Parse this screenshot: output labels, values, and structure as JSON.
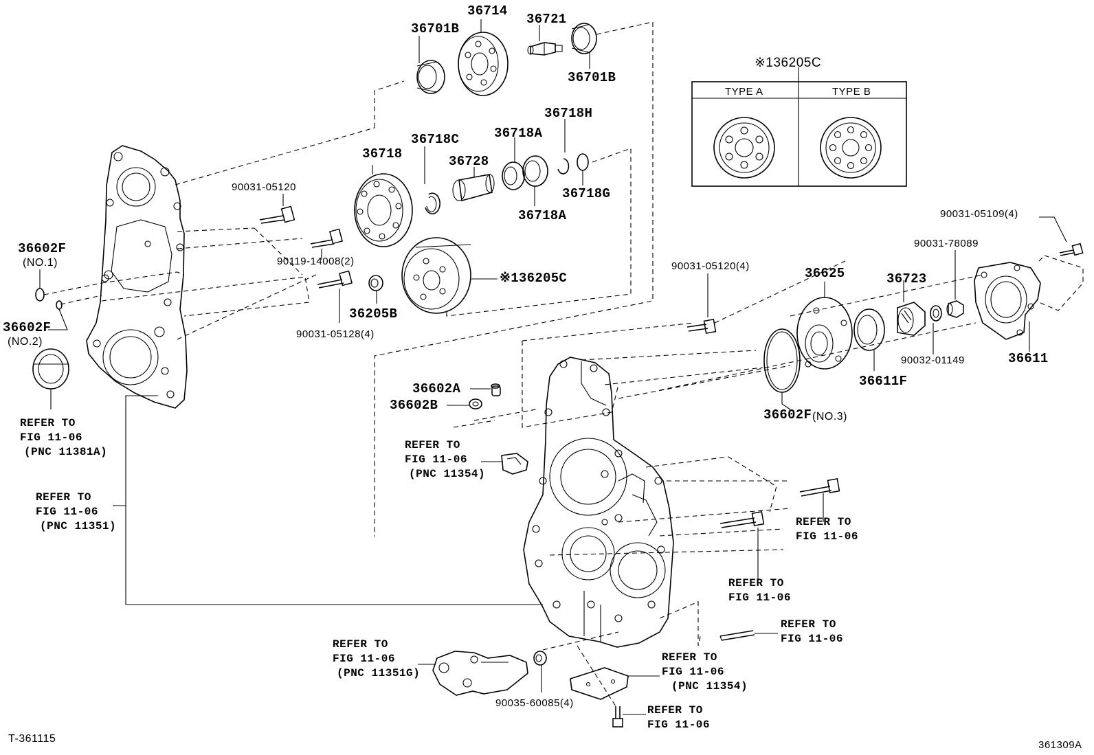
{
  "labels": {
    "p36714": "36714",
    "p36721": "36721",
    "p36701b_a": "36701B",
    "p36701b_b": "36701B",
    "p36718h": "36718H",
    "p36718c": "36718C",
    "p36718a_a": "36718A",
    "p36718": "36718",
    "p36728": "36728",
    "p36718g": "36718G",
    "p36718a_b": "36718A",
    "p90031_05120": "90031-05120",
    "p90119_14008": "90119-14008(2)",
    "p36205c_gear": "※136205C",
    "p36205b": "36205B",
    "p90031_05128": "90031-05128(4)",
    "p36602f_1": "36602F",
    "p36602f_1_note": "(NO.1)",
    "p36602f_2": "36602F",
    "p36602f_2_note": "(NO.2)",
    "p36602a": "36602A",
    "p36602b": "36602B",
    "p90031_05120_4": "90031-05120(4)",
    "p36625": "36625",
    "p36723": "36723",
    "p90031_78089": "90031-78089",
    "p90031_05109": "90031-05109(4)",
    "p36611": "36611",
    "p90032_01149": "90032-01149",
    "p36611f": "36611F",
    "p36602f_3": "36602F",
    "p36602f_3_note": "(NO.3)",
    "p90035_60085": "90035-60085(4)"
  },
  "inset": {
    "title": "※136205C",
    "type_a": "TYPE A",
    "type_b": "TYPE B"
  },
  "refs": {
    "r1": {
      "l1": "REFER TO",
      "l2": "FIG 11-06",
      "l3": "(PNC 11381A)"
    },
    "r2": {
      "l1": "REFER TO",
      "l2": "FIG 11-06",
      "l3": "(PNC 11351)"
    },
    "r3": {
      "l1": "REFER TO",
      "l2": "FIG 11-06",
      "l3": "(PNC 11354)"
    },
    "r4": {
      "l1": "REFER TO",
      "l2": "FIG 11-06"
    },
    "r5": {
      "l1": "REFER TO",
      "l2": "FIG 11-06"
    },
    "r6": {
      "l1": "REFER TO",
      "l2": "FIG 11-06"
    },
    "r7": {
      "l1": "REFER TO",
      "l2": "FIG 11-06",
      "l3": "(PNC 11351G)"
    },
    "r8": {
      "l1": "REFER TO",
      "l2": "FIG 11-06",
      "l3": "(PNC 11354)"
    },
    "r9": {
      "l1": "REFER TO",
      "l2": "FIG 11-06"
    }
  },
  "footer": {
    "left_code": "T-361115",
    "right_code": "361309A"
  }
}
